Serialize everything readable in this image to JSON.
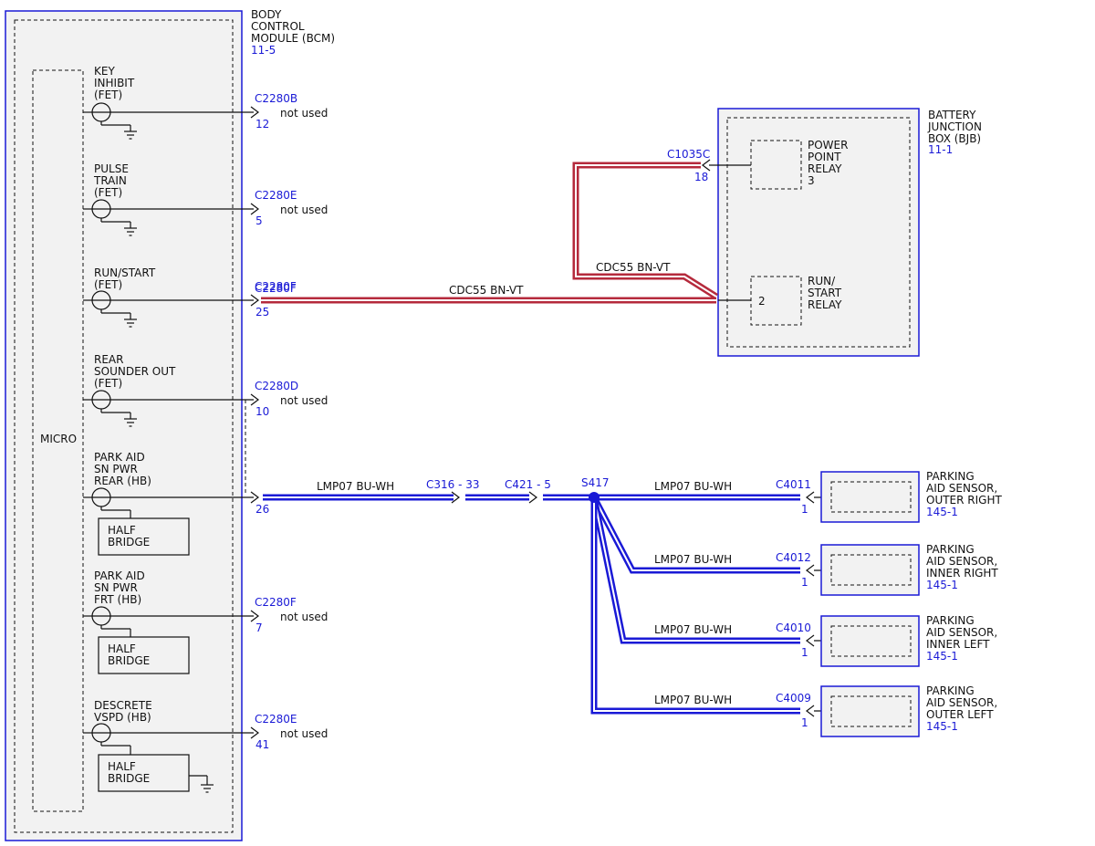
{
  "colors": {
    "module_border": "#1a1ad6",
    "module_fill": "#f2f2f2",
    "connector_text": "#1a1ad6",
    "wire_red": "#b52a3c",
    "wire_blue": "#1a1ad6",
    "line": "#111111"
  },
  "bcm": {
    "title_lines": [
      "BODY",
      "CONTROL",
      "MODULE (BCM)"
    ],
    "ref": "11-5",
    "micro_label": "MICRO",
    "half_bridge_lines": [
      "HALF",
      "BRIDGE"
    ],
    "outputs": [
      {
        "label_lines": [
          "KEY",
          "INHIBIT",
          "(FET)"
        ],
        "connector": "C2280B",
        "pin": "12",
        "status": "not used"
      },
      {
        "label_lines": [
          "PULSE",
          "TRAIN",
          "(FET)"
        ],
        "connector": "C2280E",
        "pin": "5",
        "status": "not used"
      },
      {
        "label_lines": [
          "RUN/START",
          "(FET)"
        ],
        "connector": "C2280F",
        "pin": "25",
        "status": ""
      },
      {
        "label_lines": [
          "REAR",
          "SOUNDER OUT",
          "(FET)"
        ],
        "connector": "C2280D",
        "pin": "10",
        "status": "not used"
      },
      {
        "label_lines": [
          "PARK AID",
          "SN PWR",
          "REAR (HB)"
        ],
        "connector": "",
        "pin": "26",
        "status": ""
      },
      {
        "label_lines": [
          "PARK AID",
          "SN PWR",
          "FRT (HB)"
        ],
        "connector": "C2280F",
        "pin": "7",
        "status": "not used"
      },
      {
        "label_lines": [
          "DESCRETE",
          "VSPD (HB)"
        ],
        "connector": "C2280E",
        "pin": "41",
        "status": "not used"
      }
    ]
  },
  "bjb": {
    "title_lines": [
      "BATTERY",
      "JUNCTION",
      "BOX (BJB)"
    ],
    "ref": "11-1",
    "power_point_relay_lines": [
      "POWER",
      "POINT",
      "RELAY",
      "3"
    ],
    "run_start_relay_lines": [
      "RUN/",
      "START",
      "RELAY"
    ],
    "run_start_pin": "2",
    "connector": "C1035C",
    "connector_pin": "18"
  },
  "red_circuit": {
    "upper_label": "CDC55  BN-VT",
    "lower_label": "CDC55  BN-VT"
  },
  "blue_circuit": {
    "main_label": "LMP07  BU-WH",
    "inline_connectors": [
      "C316 - 33",
      "C421 - 5"
    ],
    "splice": "S417",
    "branch_label": "LMP07  BU-WH"
  },
  "sensors": [
    {
      "name_lines": [
        "PARKING",
        "AID SENSOR,",
        "OUTER RIGHT"
      ],
      "ref": "145-1",
      "connector": "C4011",
      "pin": "1"
    },
    {
      "name_lines": [
        "PARKING",
        "AID SENSOR,",
        "INNER RIGHT"
      ],
      "ref": "145-1",
      "connector": "C4012",
      "pin": "1"
    },
    {
      "name_lines": [
        "PARKING",
        "AID SENSOR,",
        "INNER LEFT"
      ],
      "ref": "145-1",
      "connector": "C4010",
      "pin": "1"
    },
    {
      "name_lines": [
        "PARKING",
        "AID SENSOR,",
        "OUTER LEFT"
      ],
      "ref": "145-1",
      "connector": "C4009",
      "pin": "1"
    }
  ]
}
